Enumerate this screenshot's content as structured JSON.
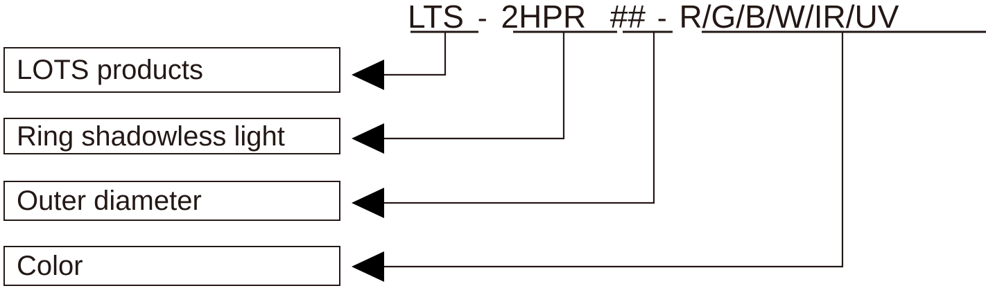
{
  "diagram": {
    "title": "LTS - 2HPR ## - R/G/B/W/IR/UV",
    "ink_color": "#231815",
    "background": "#ffffff",
    "part_number": {
      "segments": [
        {
          "key": "series",
          "text": "LTS",
          "meaning": "LOTS products"
        },
        {
          "key": "model",
          "text": "2HPR",
          "meaning": "Ring shadowless light"
        },
        {
          "key": "diameter",
          "text": "##",
          "meaning": "Outer diameter"
        },
        {
          "key": "color",
          "text": "R/G/B/W/IR/UV",
          "meaning": "Color"
        }
      ],
      "separator": "-"
    },
    "callouts": [
      {
        "index": 0,
        "label": "LOTS products"
      },
      {
        "index": 1,
        "label": "Ring shadowless light"
      },
      {
        "index": 2,
        "label": "Outer diameter"
      },
      {
        "index": 3,
        "label": "Color"
      }
    ]
  }
}
